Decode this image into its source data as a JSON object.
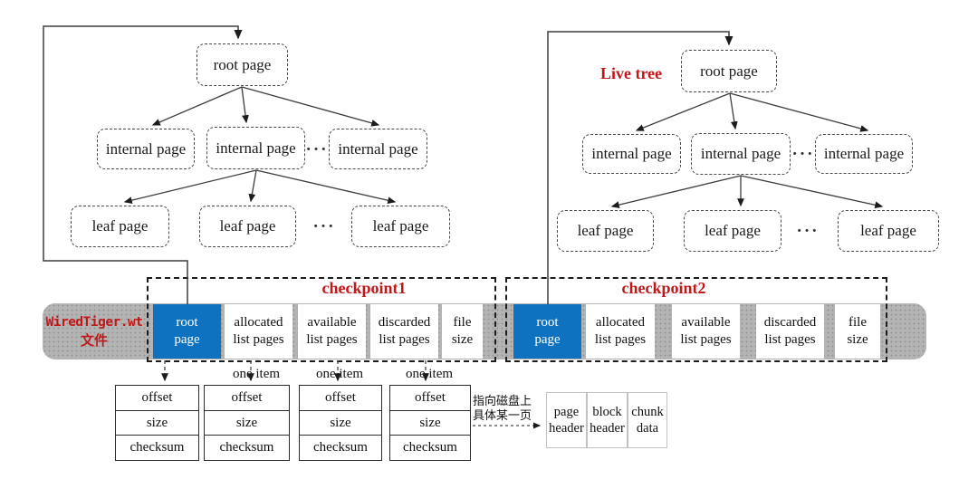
{
  "palette": {
    "accent_red": "#c01818",
    "root_page_blue": "#0f72c0",
    "file_bar_gray": "#b4b4b4"
  },
  "checkpoint_tree": {
    "root_label": "root page",
    "internal_labels": [
      "internal page",
      "internal page",
      "internal page"
    ],
    "leaf_labels": [
      "leaf page",
      "leaf page",
      "leaf page"
    ],
    "ellipsis": "···"
  },
  "live_tree": {
    "title": "Live tree",
    "root_label": "root page",
    "internal_labels": [
      "internal page",
      "internal page",
      "internal page"
    ],
    "leaf_labels": [
      "leaf page",
      "leaf page",
      "leaf page"
    ],
    "ellipsis": "···"
  },
  "file_strip": {
    "file_name": "WiredTiger.wt",
    "file_name_suffix": "文件",
    "checkpoint1": {
      "title": "checkpoint1",
      "segments": [
        "root\npage",
        "allocated\nlist pages",
        "available\nlist pages",
        "discarded\nlist pages",
        "file\nsize"
      ]
    },
    "checkpoint2": {
      "title": "checkpoint2",
      "segments": [
        "root\npage",
        "allocated\nlist pages",
        "available\nlist pages",
        "discarded\nlist pages",
        "file\nsize"
      ]
    }
  },
  "checkpoint_items": {
    "one_item_labels": [
      "one item",
      "one item",
      "one item"
    ],
    "tables": [
      {
        "rows": [
          "offset",
          "size",
          "checksum"
        ]
      },
      {
        "rows": [
          "offset",
          "size",
          "checksum"
        ]
      },
      {
        "rows": [
          "offset",
          "size",
          "checksum"
        ]
      },
      {
        "rows": [
          "offset",
          "size",
          "checksum"
        ]
      }
    ]
  },
  "disk_pointer_note": "指向磁盘上\n具体某一页",
  "disk_page": {
    "segments": [
      "page\nheader",
      "block\nheader",
      "chunk\ndata"
    ]
  }
}
